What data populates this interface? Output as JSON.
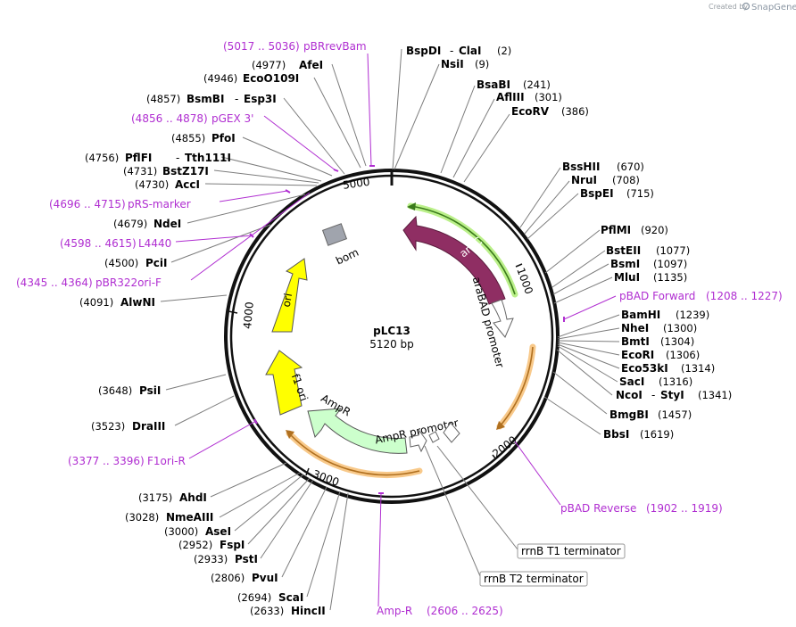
{
  "credit": {
    "prefix": "Created by",
    "brand": "SnapGene"
  },
  "plasmid": {
    "name": "pLC13",
    "length_label": "5120 bp"
  },
  "ticks": {
    "t1000": "1000",
    "t2000": "2000",
    "t3000": "3000",
    "t4000": "4000",
    "t5000": "5000"
  },
  "features": {
    "araC": "araC",
    "araBAD": "araBAD promoter",
    "bom": "bom",
    "ori": "ori",
    "f1ori": "f1 ori",
    "AmpR": "AmpR",
    "AmpRprom": "AmpR promoter"
  },
  "terminators": {
    "t1": "rrnB T1 terminator",
    "t2": "rrnB T2 terminator"
  },
  "sites": [
    {
      "name": "BspDI",
      "extra": "ClaI",
      "pos": "(2)"
    },
    {
      "name": "NsiI",
      "pos": "(9)"
    },
    {
      "name": "BsaBI",
      "pos": "(241)"
    },
    {
      "name": "AflIII",
      "pos": "(301)"
    },
    {
      "name": "EcoRV",
      "pos": "(386)"
    },
    {
      "name": "BssHII",
      "pos": "(670)"
    },
    {
      "name": "NruI",
      "pos": "(708)"
    },
    {
      "name": "BspEI",
      "pos": "(715)"
    },
    {
      "name": "PflMI",
      "pos": "(920)"
    },
    {
      "name": "BstEII",
      "pos": "(1077)"
    },
    {
      "name": "BsmI",
      "pos": "(1097)"
    },
    {
      "name": "MluI",
      "pos": "(1135)"
    },
    {
      "name": "BamHI",
      "pos": "(1239)"
    },
    {
      "name": "NheI",
      "pos": "(1300)"
    },
    {
      "name": "BmtI",
      "pos": "(1304)"
    },
    {
      "name": "EcoRI",
      "pos": "(1306)"
    },
    {
      "name": "Eco53kI",
      "pos": "(1314)"
    },
    {
      "name": "SacI",
      "pos": "(1316)"
    },
    {
      "name": "NcoI",
      "extra": "StyI",
      "pos": "(1341)"
    },
    {
      "name": "BmgBI",
      "pos": "(1457)"
    },
    {
      "name": "BbsI",
      "pos": "(1619)"
    },
    {
      "name": "AfeI",
      "pos": "(4977)"
    },
    {
      "name": "EcoO109I",
      "pos": "(4946)"
    },
    {
      "name": "BsmBI",
      "extra": "Esp3I",
      "pos": "(4857)"
    },
    {
      "name": "PfoI",
      "pos": "(4855)"
    },
    {
      "name": "PflFI",
      "extra": "Tth111I",
      "pos": "(4756)"
    },
    {
      "name": "BstZ17I",
      "pos": "(4731)"
    },
    {
      "name": "AccI",
      "pos": "(4730)"
    },
    {
      "name": "NdeI",
      "pos": "(4679)"
    },
    {
      "name": "PciI",
      "pos": "(4500)"
    },
    {
      "name": "AlwNI",
      "pos": "(4091)"
    },
    {
      "name": "PsiI",
      "pos": "(3648)"
    },
    {
      "name": "DraIII",
      "pos": "(3523)"
    },
    {
      "name": "AhdI",
      "pos": "(3175)"
    },
    {
      "name": "NmeAIII",
      "pos": "(3028)"
    },
    {
      "name": "AseI",
      "pos": "(3000)"
    },
    {
      "name": "FspI",
      "pos": "(2952)"
    },
    {
      "name": "PstI",
      "pos": "(2933)"
    },
    {
      "name": "PvuI",
      "pos": "(2806)"
    },
    {
      "name": "ScaI",
      "pos": "(2694)"
    },
    {
      "name": "HincII",
      "pos": "(2633)"
    }
  ],
  "primers": [
    {
      "name": "pBRrevBam",
      "range": "(5017 .. 5036)"
    },
    {
      "name": "pGEX 3'",
      "range": "(4856 .. 4878)"
    },
    {
      "name": "pRS-marker",
      "range": "(4696 .. 4715)"
    },
    {
      "name": "L4440",
      "range": "(4598 .. 4615)"
    },
    {
      "name": "pBR322ori-F",
      "range": "(4345 .. 4364)"
    },
    {
      "name": "F1ori-R",
      "range": "(3377 .. 3396)"
    },
    {
      "name": "pBAD Forward",
      "range": "(1208 .. 1227)"
    },
    {
      "name": "pBAD Reverse",
      "range": "(1902 .. 1919)"
    },
    {
      "name": "Amp-R",
      "range": "(2606 .. 2625)"
    }
  ],
  "colors": {
    "araC": "#8f2e63",
    "ori": "#ffff00",
    "AmpR": "#ccffcc",
    "bom": "#a0a4ad",
    "primer": "#b02ed1",
    "highlight_green": "#bbf08a",
    "highlight_orange": "#f8c98a"
  }
}
